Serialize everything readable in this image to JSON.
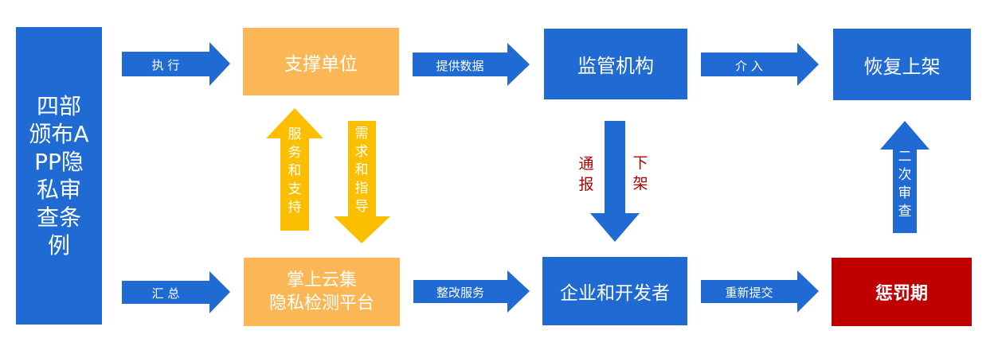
{
  "boxes": {
    "left": "四部颁布APP隐私审查条例",
    "support_unit": "支撑单位",
    "regulator": "监管机构",
    "restore": "恢复上架",
    "platform": "掌上云集\n隐私检测平台",
    "enterprise": "企业和开发者",
    "penalty": "惩罚期"
  },
  "arrows": {
    "execute": "执 行",
    "summary": "汇 总",
    "provide_data": "提供数据",
    "rectify_service": "整改服务",
    "intervene": "介 入",
    "resubmit": "重新提交",
    "service_support": "服\n务\n和\n支\n持",
    "demand_guidance": "需\n求\n和\n指\n导",
    "notify": "通\n报",
    "delist": "下\n架",
    "second_review": "二\n次\n审\n查"
  },
  "colors": {
    "blue": "#1f6ad3",
    "orange": "#fbb755",
    "yellow_arrow": "#fcbf00",
    "red": "#c00000",
    "label_red": "#b00000"
  }
}
